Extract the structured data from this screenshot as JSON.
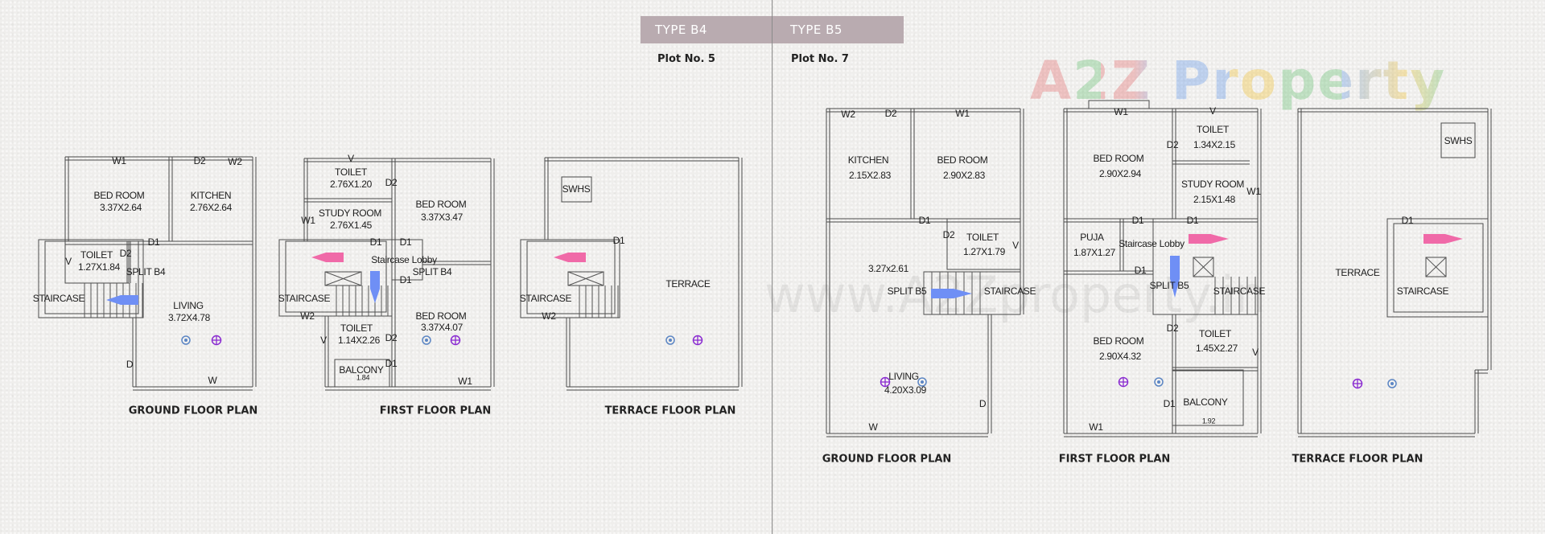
{
  "header": {
    "type_b4": "TYPE B4",
    "type_b5": "TYPE B5",
    "plot_b4": "Plot No. 5",
    "plot_b5": "Plot No. 7",
    "band_color": "#b9abb0"
  },
  "watermark": {
    "logo": "A2Z Property",
    "url": "www.A2Zproperty.in"
  },
  "icons": {
    "ac": "split-ac-indicator-icon",
    "fan": "ceiling-fan-icon",
    "light": "light-point-icon",
    "ac_pink": "#f06aa8",
    "ac_blue": "#6f8ff5",
    "fan_color": "#5c86c4",
    "light_color": "#8a2bd1"
  },
  "b4": {
    "ground": {
      "title": "GROUND FLOOR PLAN",
      "labels": [
        "W1",
        "D2",
        "W2",
        "BED ROOM",
        "3.37X2.64",
        "KITCHEN",
        "2.76X2.64",
        "D1",
        "TOILET",
        "1.27X1.84",
        "D2",
        "V",
        "SPLIT B4",
        "STAIRCASE",
        "LIVING",
        "3.72X4.78",
        "D",
        "W"
      ]
    },
    "first": {
      "title": "FIRST FLOOR PLAN",
      "labels": [
        "V",
        "TOILET",
        "2.76X1.20",
        "D2",
        "W1",
        "STUDY ROOM",
        "2.76X1.45",
        "BED ROOM",
        "3.37X3.47",
        "D1",
        "D1",
        "Staircase Lobby",
        "SPLIT B4",
        "D1",
        "STAIRCASE",
        "W2",
        "TOILET",
        "1.14X2.26",
        "V",
        "D2",
        "BED ROOM",
        "3.37X4.07",
        "D1",
        "BALCONY",
        "1.84",
        "W1"
      ]
    },
    "terrace": {
      "title": "TERRACE FLOOR PLAN",
      "labels": [
        "SWHS",
        "D1",
        "TERRACE",
        "STAIRCASE",
        "W2"
      ]
    }
  },
  "b5": {
    "ground": {
      "title": "GROUND FLOOR PLAN",
      "labels": [
        "W2",
        "D2",
        "W1",
        "KITCHEN",
        "2.15X2.83",
        "BED ROOM",
        "2.90X2.83",
        "D1",
        "D2",
        "TOILET",
        "1.27X1.79",
        "V",
        "3.27x2.61",
        "SPLIT B5",
        "STAIRCASE",
        "LIVING",
        "4.20X3.09",
        "D",
        "W"
      ]
    },
    "first": {
      "title": "FIRST FLOOR PLAN",
      "labels": [
        "W1",
        "V",
        "TOILET",
        "1.34X2.15",
        "D2",
        "BED ROOM",
        "2.90X2.94",
        "STUDY ROOM",
        "2.15X1.48",
        "W1",
        "D1",
        "D1",
        "PUJA",
        "1.87X1.27",
        "Staircase Lobby",
        "D1",
        "SPLIT B5",
        "STAIRCASE",
        "D2",
        "BED ROOM",
        "2.90X4.32",
        "TOILET",
        "1.45X2.27",
        "V",
        "D1",
        "BALCONY",
        "1.92",
        "W1"
      ]
    },
    "terrace": {
      "title": "TERRACE FLOOR PLAN",
      "labels": [
        "SWHS",
        "D1",
        "TERRACE",
        "STAIRCASE"
      ]
    }
  }
}
